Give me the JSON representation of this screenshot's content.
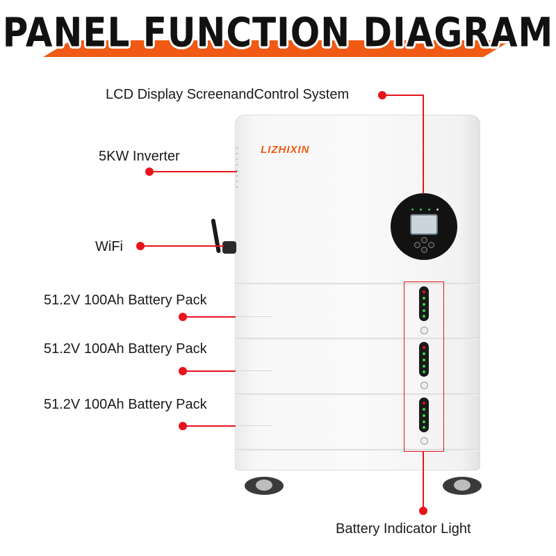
{
  "header": {
    "title": "PANEL FUNCTION DIAGRAM"
  },
  "product": {
    "brand": "LIZHIXIN"
  },
  "callouts": [
    {
      "label": "LCD Display ScreenandControl System"
    },
    {
      "label": "5KW Inverter"
    },
    {
      "label": "WiFi"
    },
    {
      "label": "51.2V 100Ah Battery Pack"
    },
    {
      "label": "51.2V 100Ah Battery Pack"
    },
    {
      "label": "51.2V 100Ah Battery Pack"
    },
    {
      "label": "Battery Indicator Light"
    }
  ],
  "colors": {
    "accent": "#f05a14",
    "callout": "#e8131b",
    "indicator_led": "#3fcf4a"
  }
}
